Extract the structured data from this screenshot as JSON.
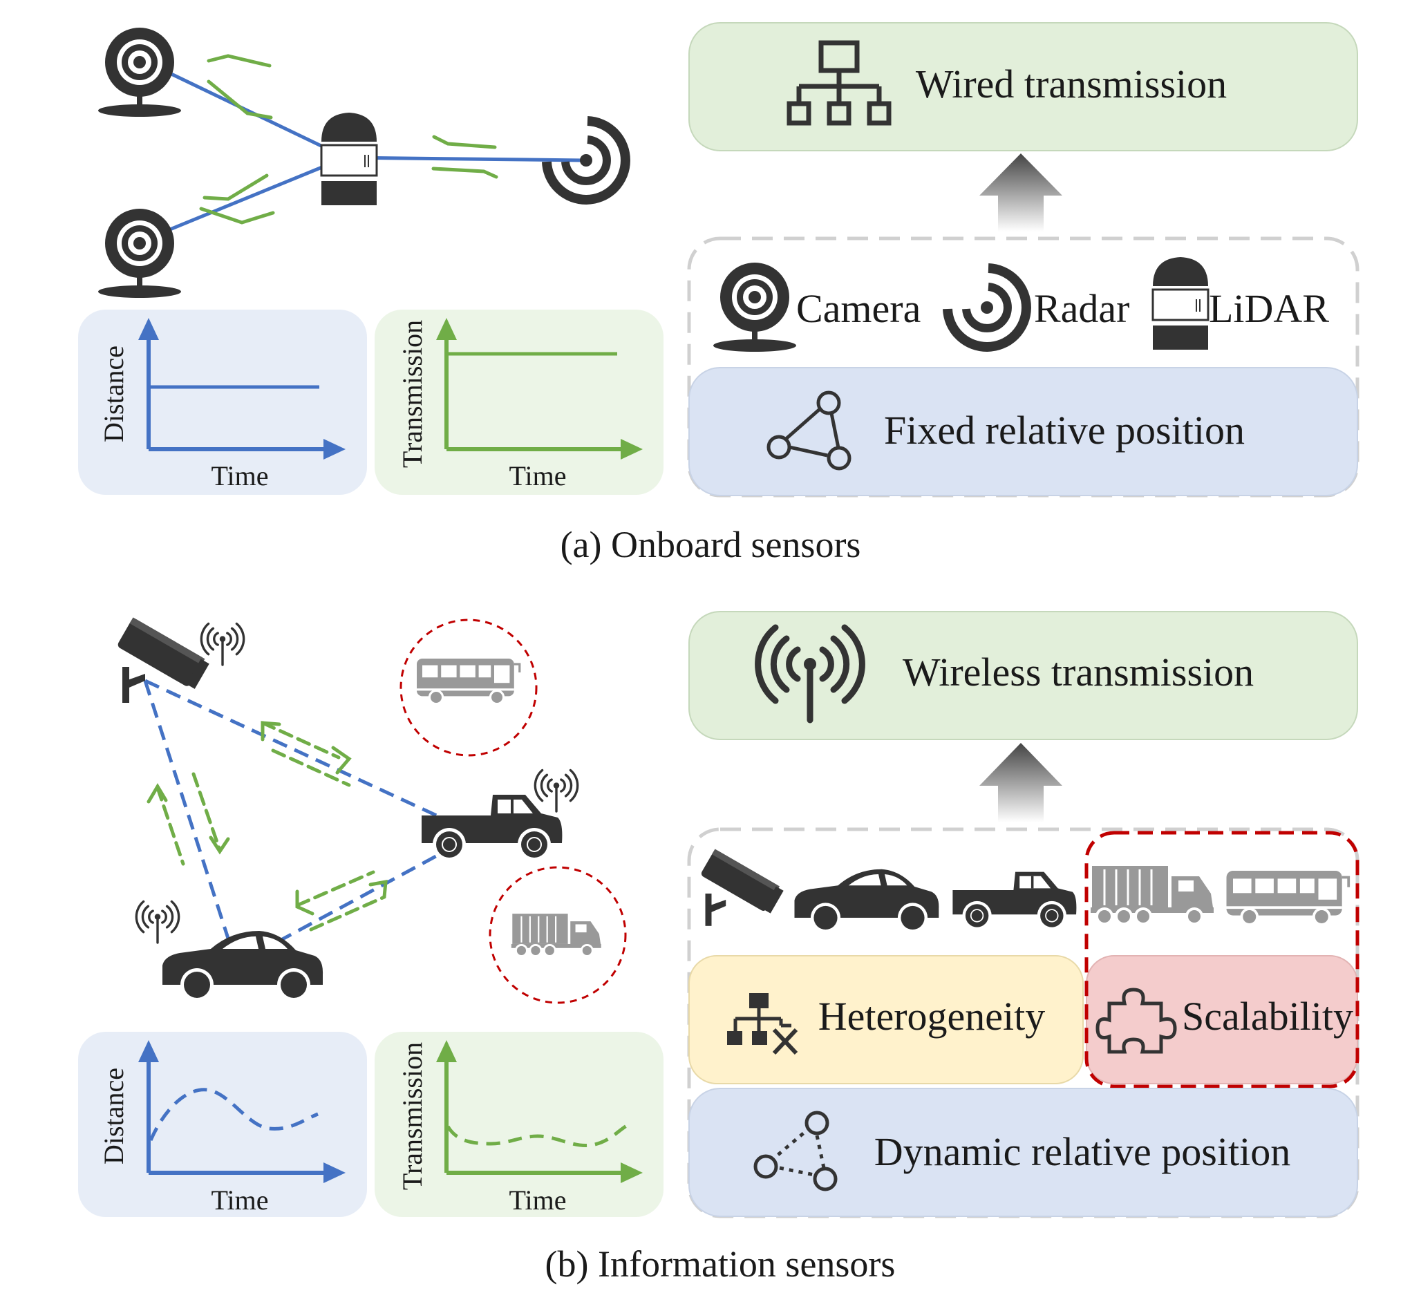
{
  "top": {
    "caption": "(a) Onboard sensors",
    "transmission_label": "Wired transmission",
    "sensors": {
      "camera": "Camera",
      "radar": "Radar",
      "lidar": "LiDAR"
    },
    "position_label": "Fixed relative position",
    "chart_distance": {
      "ylabel": "Distance",
      "xlabel": "Time"
    },
    "chart_transmission": {
      "ylabel": "Transmission",
      "xlabel": "Time"
    }
  },
  "bottom": {
    "caption": "(b) Information sensors",
    "transmission_label": "Wireless transmission",
    "heterogeneity_label": "Heterogeneity",
    "scalability_label": "Scalability",
    "position_label": "Dynamic relative position",
    "chart_distance": {
      "ylabel": "Distance",
      "xlabel": "Time"
    },
    "chart_transmission": {
      "ylabel": "Transmission",
      "xlabel": "Time"
    }
  },
  "colors": {
    "blue": "#4472c4",
    "green": "#70ad47",
    "dark": "#333333",
    "red_dashed": "#c00000",
    "blue_panel": "#dae3f3",
    "green_panel": "#e2efda",
    "yellow_panel": "#fff2cc",
    "red_panel": "#f4cccc"
  }
}
